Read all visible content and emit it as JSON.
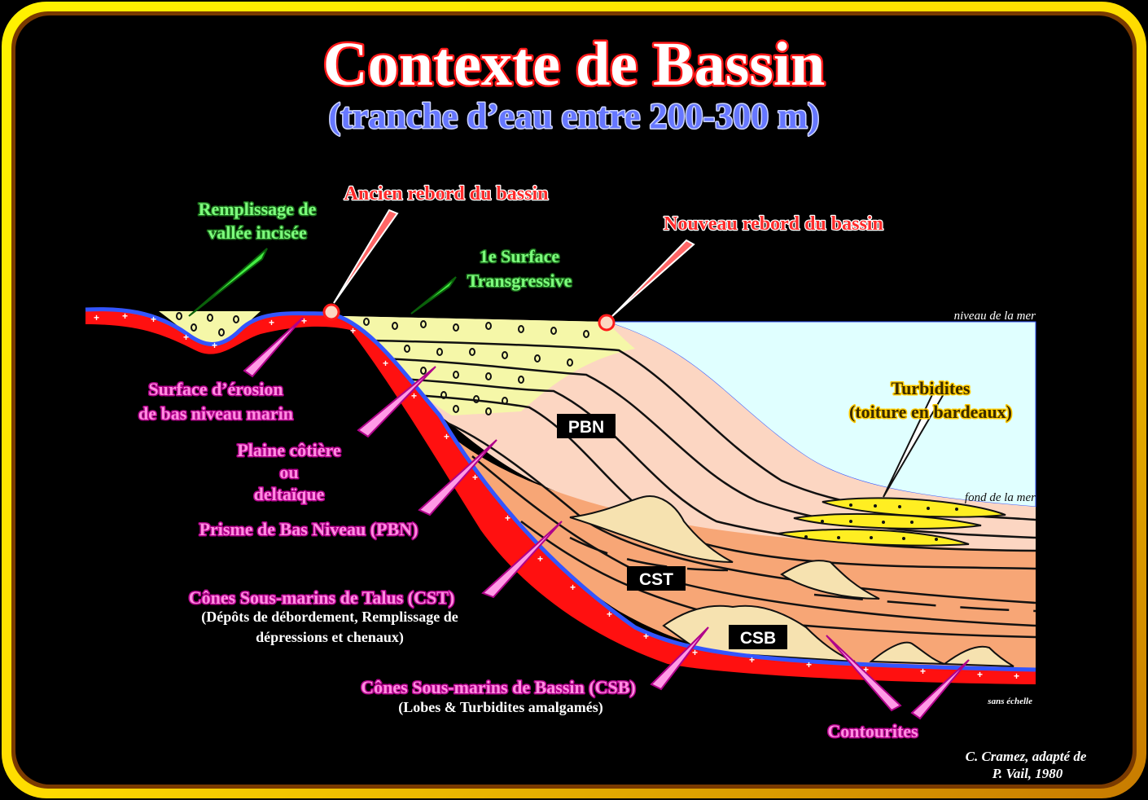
{
  "title": "Contexte de Bassin",
  "subtitle": "(tranche d’eau entre 200-300 m)",
  "labels": {
    "remplissage_1": "Remplissage de",
    "remplissage_2": "vallée incisée",
    "ancien_rebord": "Ancien rebord du bassin",
    "surface_1": "1e Surface",
    "surface_2": "Transgressive",
    "nouveau_rebord": "Nouveau rebord du bassin",
    "niveau_mer": "niveau de la mer",
    "fond_mer": "fond de la mer",
    "turbidites_1": "Turbidites",
    "turbidites_2": "(toiture en bardeaux)",
    "erosion_1": "Surface d’érosion",
    "erosion_2": "de bas niveau marin",
    "plaine_1": "Plaine côtière",
    "plaine_2": "ou",
    "plaine_3": "deltaïque",
    "prisme": "Prisme de Bas Niveau (PBN)",
    "cst_1": "Cônes Sous-marins de Talus (CST)",
    "cst_2": "(Dépôts de débordement, Remplissage de",
    "cst_3": "dépressions et chenaux)",
    "csb_1": "Cônes Sous-marins de Bassin (CSB)",
    "csb_2": "(Lobes & Turbidites amalgamés)",
    "contourites": "Contourites",
    "sans_echelle": "sans échelle",
    "credit_1": "C. Cramez, adapté de",
    "credit_2": "P. Vail, 1980"
  },
  "boxes": {
    "pbn": "PBN",
    "cst": "CST",
    "csb": "CSB"
  },
  "colors": {
    "frame": "#ffee00",
    "water": "#e0ffff",
    "shelf_sand": "#f5f7a8",
    "upper_sediment": "#fcd6c2",
    "lower_sediment": "#f7a676",
    "turbidite": "#ffee22",
    "basement": "#ff1010",
    "erosion_surface": "#3355ff"
  }
}
